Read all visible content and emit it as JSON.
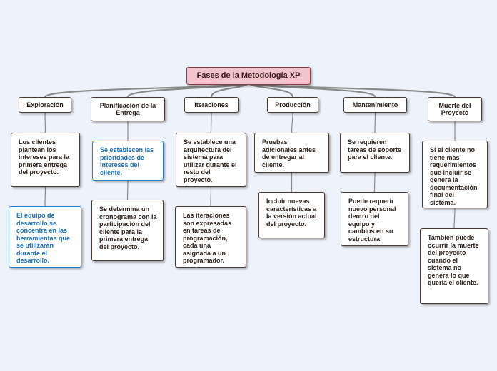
{
  "root": {
    "label": "Fases de la Metodología XP"
  },
  "phases": [
    {
      "label": "Exploración",
      "notes": [
        {
          "text": "Los clientes plantean los intereses para la primera entrega del proyecto.",
          "highlight": false
        },
        {
          "text": "El equipo de desarrollo se concentra en las herramientas que se utilizaran durante el desarrollo.",
          "highlight": true
        }
      ]
    },
    {
      "label": "Planificación de la Entrega",
      "notes": [
        {
          "text": "Se establecen las prioridades de intereses del cliente.",
          "highlight": true
        },
        {
          "text": "Se determina un cronograma con la participación del cliente para la primera entrega del proyecto.",
          "highlight": false
        }
      ]
    },
    {
      "label": "Iteraciones",
      "notes": [
        {
          "text": "Se establece una arquitectura del sistema para utilizar durante el resto del proyecto.",
          "highlight": false
        },
        {
          "text": "Las iteraciones son expresadas en tareas de programación, cada una asignada a un programador.",
          "highlight": false
        }
      ]
    },
    {
      "label": "Producción",
      "notes": [
        {
          "text": "Pruebas adicionales antes de entregar al cliente.",
          "highlight": false
        },
        {
          "text": "Incluir nuevas características a la versión actual del proyecto.",
          "highlight": false
        }
      ]
    },
    {
      "label": "Mantenimiento",
      "notes": [
        {
          "text": "Se requieren tareas de soporte para el cliente.",
          "highlight": false
        },
        {
          "text": "Puede requerir nuevo personal dentro del equipo y cambios en su estructura.",
          "highlight": false
        }
      ]
    },
    {
      "label": "Muerte del Proyecto",
      "notes": [
        {
          "text": "Si el cliente no tiene mas requerimientos que incluir se genera la documentación final del sistema.",
          "highlight": false
        },
        {
          "text": "También puede ocurrir la muerte del proyecto cuando el sistema no genera lo que quería el cliente.",
          "highlight": false
        }
      ]
    }
  ],
  "colors": {
    "background": "#eef2fa",
    "root_fill": "#f2c4cc",
    "connector": "#8a8a8a",
    "highlight_text": "#1a6fc0",
    "highlight_border": "#2a7dc4"
  }
}
